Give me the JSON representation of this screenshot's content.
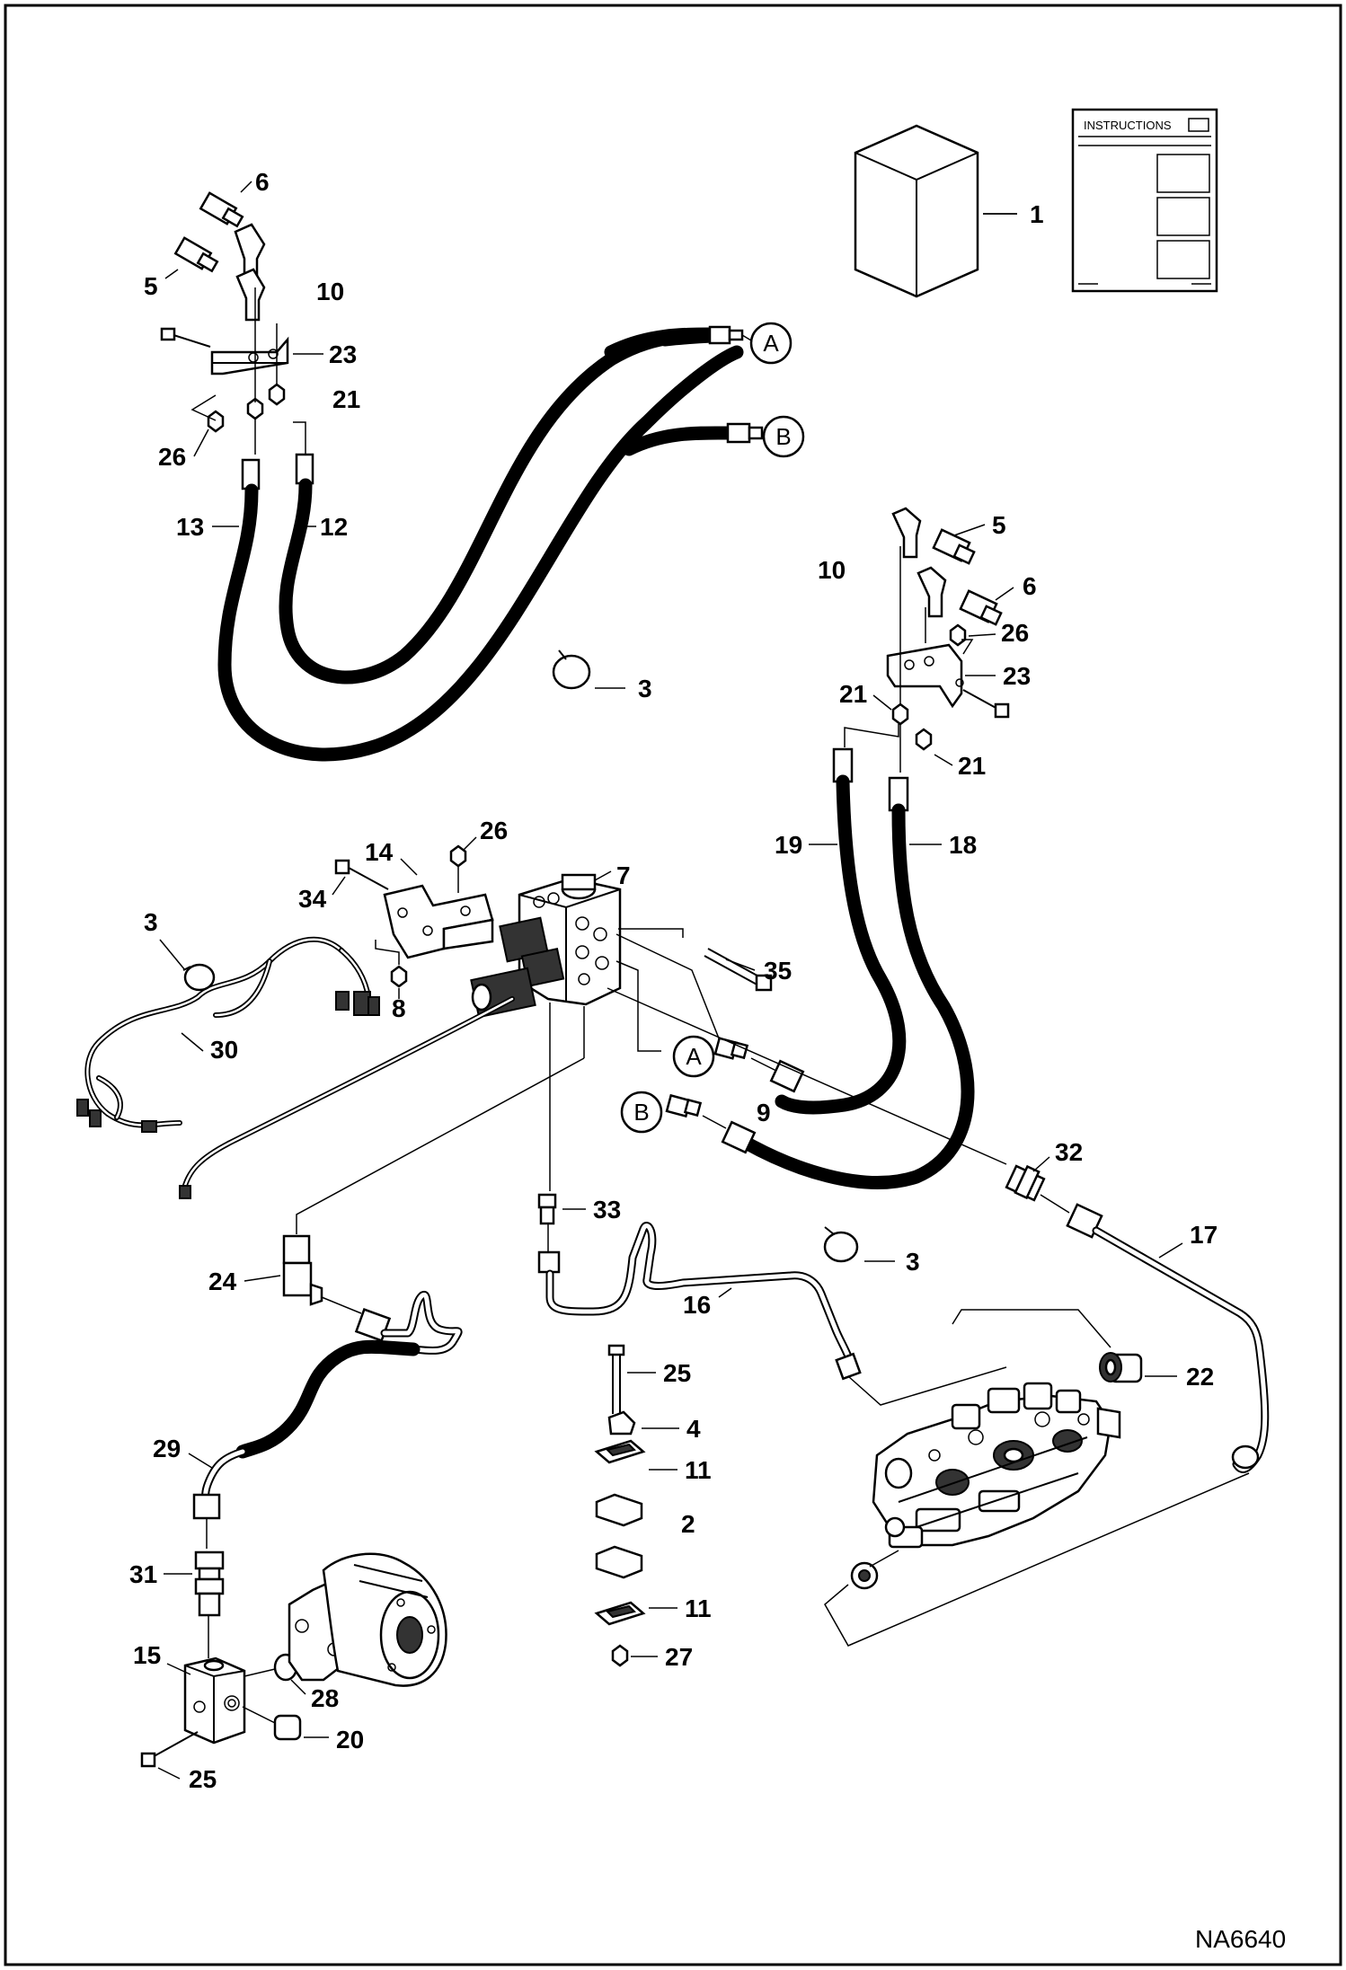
{
  "drawing_number": "NA6640",
  "instructions_label": "INSTRUCTIONS",
  "connector_markers": [
    "A",
    "B"
  ],
  "callouts": [
    {
      "id": "c-1",
      "label": "1"
    },
    {
      "id": "c-6a",
      "label": "6"
    },
    {
      "id": "c-5a",
      "label": "5"
    },
    {
      "id": "c-10a",
      "label": "10"
    },
    {
      "id": "c-23a",
      "label": "23"
    },
    {
      "id": "c-21a",
      "label": "21"
    },
    {
      "id": "c-26a",
      "label": "26"
    },
    {
      "id": "c-13",
      "label": "13"
    },
    {
      "id": "c-12",
      "label": "12"
    },
    {
      "id": "c-3a",
      "label": "3"
    },
    {
      "id": "c-5b",
      "label": "5"
    },
    {
      "id": "c-10b",
      "label": "10"
    },
    {
      "id": "c-6b",
      "label": "6"
    },
    {
      "id": "c-26b",
      "label": "26"
    },
    {
      "id": "c-23b",
      "label": "23"
    },
    {
      "id": "c-21b",
      "label": "21"
    },
    {
      "id": "c-21c",
      "label": "21"
    },
    {
      "id": "c-19",
      "label": "19"
    },
    {
      "id": "c-18",
      "label": "18"
    },
    {
      "id": "c-26c",
      "label": "26"
    },
    {
      "id": "c-14",
      "label": "14"
    },
    {
      "id": "c-7",
      "label": "7"
    },
    {
      "id": "c-34",
      "label": "34"
    },
    {
      "id": "c-3b",
      "label": "3"
    },
    {
      "id": "c-8",
      "label": "8"
    },
    {
      "id": "c-35",
      "label": "35"
    },
    {
      "id": "c-30",
      "label": "30"
    },
    {
      "id": "c-9",
      "label": "9"
    },
    {
      "id": "c-32",
      "label": "32"
    },
    {
      "id": "c-33",
      "label": "33"
    },
    {
      "id": "c-17",
      "label": "17"
    },
    {
      "id": "c-3c",
      "label": "3"
    },
    {
      "id": "c-24",
      "label": "24"
    },
    {
      "id": "c-16",
      "label": "16"
    },
    {
      "id": "c-25a",
      "label": "25"
    },
    {
      "id": "c-22",
      "label": "22"
    },
    {
      "id": "c-4",
      "label": "4"
    },
    {
      "id": "c-29",
      "label": "29"
    },
    {
      "id": "c-11a",
      "label": "11"
    },
    {
      "id": "c-2",
      "label": "2"
    },
    {
      "id": "c-31",
      "label": "31"
    },
    {
      "id": "c-11b",
      "label": "11"
    },
    {
      "id": "c-15",
      "label": "15"
    },
    {
      "id": "c-27",
      "label": "27"
    },
    {
      "id": "c-28",
      "label": "28"
    },
    {
      "id": "c-20",
      "label": "20"
    },
    {
      "id": "c-25b",
      "label": "25"
    }
  ]
}
